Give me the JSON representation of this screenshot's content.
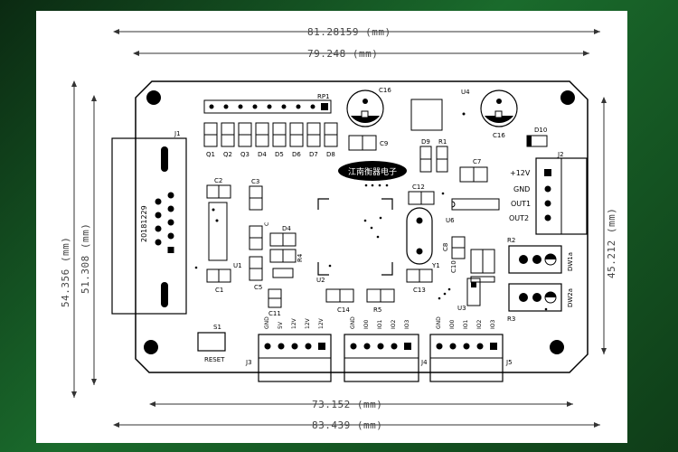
{
  "dimensions": {
    "top_outer": "81.28159 (mm)",
    "top_inner": "79.248 (mm)",
    "left_outer": "54.356 (mm)",
    "left_inner": "51.308 (mm)",
    "right": "45.212 (mm)",
    "bottom_inner": "73.152 (mm)",
    "bottom_outer": "83.439 (mm)"
  },
  "labels": {
    "j1": "J1",
    "j1_date": "20181229",
    "j2": "J2",
    "j3": "J3",
    "j4": "J4",
    "j5": "J5",
    "rp1": "RP1",
    "c16a": "C16",
    "c16b": "C16",
    "u4": "U4",
    "d10": "D10",
    "c9": "C9",
    "d9": "D9",
    "r1": "R1",
    "c7": "C7",
    "brand": "江南衡器电子",
    "c2": "C2",
    "c3": "C3",
    "c12": "C12",
    "u1": "U1",
    "c1": "C1",
    "d4b": "D4",
    "r4": "R4",
    "c5": "C5",
    "u2": "U2",
    "c11": "C11",
    "c14": "C14",
    "r5": "R5",
    "c13": "C13",
    "y1": "Y1",
    "u6": "U6",
    "c8": "C8",
    "c10": "C10",
    "u3": "U3",
    "r2": "R2",
    "r3": "R3",
    "dw1": "DW1a",
    "dw2": "DW2a",
    "s1": "S1",
    "reset": "RESET"
  },
  "q_labels": [
    "Q1",
    "Q2",
    "Q3",
    "D4",
    "D5",
    "D6",
    "D7",
    "D8"
  ],
  "j2_pins": [
    "+12V",
    "GND",
    "OUT1",
    "OUT2"
  ],
  "j3_pins": [
    "GND",
    "5V",
    "12V",
    "12V",
    "12V"
  ],
  "j4_pins": [
    "GND",
    "IO0",
    "IO1",
    "IO2",
    "IO3"
  ],
  "j5_pins": [
    "GND",
    "IO0",
    "IO1",
    "IO2",
    "IO3"
  ]
}
